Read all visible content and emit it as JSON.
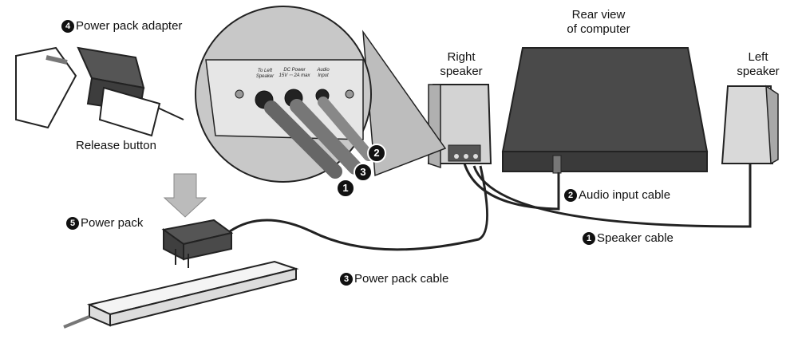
{
  "labels": {
    "power_pack_adapter": "Power pack adapter",
    "release_button": "Release button",
    "power_pack": "Power pack",
    "right_speaker": [
      "Right",
      "speaker"
    ],
    "rear_view": [
      "Rear view",
      "of computer"
    ],
    "left_speaker": [
      "Left",
      "speaker"
    ],
    "audio_input_cable": "Audio input cable",
    "speaker_cable": "Speaker cable",
    "power_pack_cable": "Power pack cable"
  },
  "badges": {
    "speaker_cable": "1",
    "audio_input_cable": "2",
    "power_pack_cable": "3",
    "power_pack_adapter": "4",
    "power_pack": "5"
  },
  "panel": {
    "to_left_speaker": [
      "To Left",
      "Speaker"
    ],
    "dc_power": "DC Power",
    "dc_spec": "15V ⎓ 2A max",
    "audio_input": [
      "Audio",
      "Input"
    ]
  }
}
